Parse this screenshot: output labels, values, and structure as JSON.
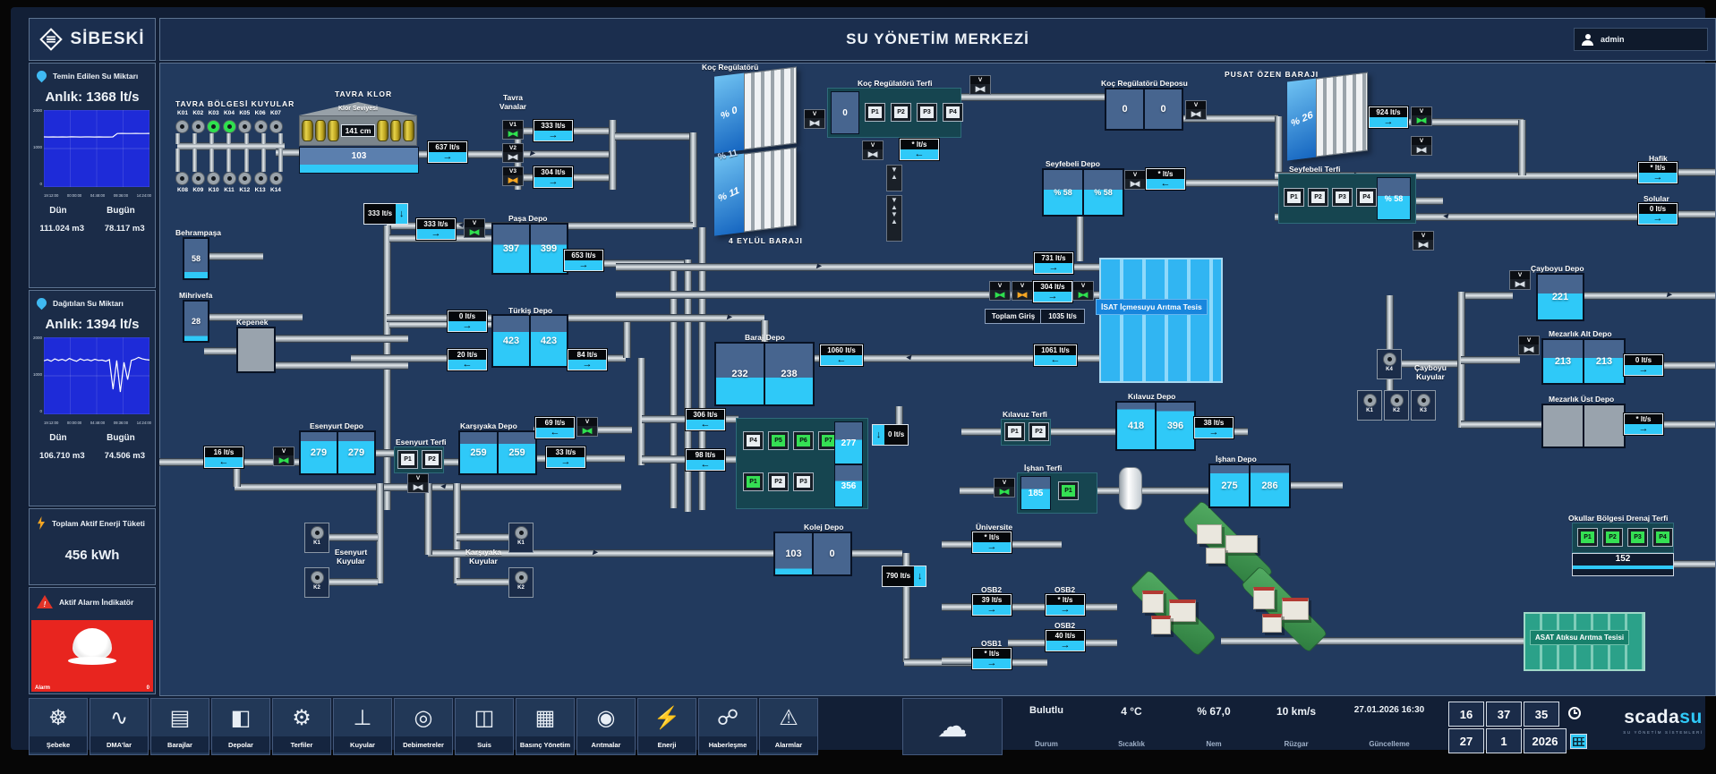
{
  "header": {
    "title": "SU YÖNETİM MERKEZİ",
    "user": "admin"
  },
  "brand": {
    "logo": "SİBESKİ",
    "footer_logo_a": "scada",
    "footer_logo_b": "su",
    "footer_sub": "SU YÖNETİM SİSTEMLERİ"
  },
  "sidebar": {
    "supply": {
      "title": "Temin Edilen Su Miktarı",
      "current": "Anlık: 1368 lt/s",
      "col1": "Dün",
      "col2": "Bugün",
      "val1": "111.024 m3",
      "val2": "78.117 m3"
    },
    "distribution": {
      "title": "Dağıtılan Su Miktarı",
      "current": "Anlık: 1394 lt/s",
      "col1": "Dün",
      "col2": "Bugün",
      "val1": "106.710 m3",
      "val2": "74.506 m3"
    },
    "energy": {
      "title": "Toplam Aktif Enerji Tüketi",
      "value": "456 kWh"
    },
    "alarm": {
      "title": "Aktif Alarm İndikatör",
      "footer_label": "Alarm",
      "count": "0"
    }
  },
  "chart_data": [
    {
      "type": "line",
      "title": "Temin Edilen Su Miktarı (lt/s)",
      "x_labels": [
        "19:12:00",
        "00:00:00",
        "04:48:00",
        "09:36:00",
        "14:24:00"
      ],
      "ylim": [
        0,
        2000
      ],
      "y_ticks": [
        0,
        1000,
        2000
      ],
      "values": [
        1302,
        1300,
        1303,
        1301,
        1302,
        1300,
        1304,
        1302,
        1301,
        1303,
        1302,
        1300,
        1302,
        1301,
        1300,
        1302,
        1390,
        1392,
        1391,
        1390,
        1392,
        1391,
        1390,
        1392
      ],
      "line_color": "#ffffff",
      "bg": "#1e2bd8",
      "grid": true,
      "legend_position": "none"
    },
    {
      "type": "line",
      "title": "Dağıtılan Su Miktarı (lt/s)",
      "x_labels": [
        "19:12:00",
        "00:00:00",
        "04:48:00",
        "09:36:00",
        "14:24:00"
      ],
      "ylim": [
        0,
        2000
      ],
      "y_ticks": [
        0,
        1000,
        2000
      ],
      "values": [
        1390,
        1420,
        1380,
        1440,
        1400,
        1430,
        1390,
        1450,
        1410,
        1380,
        1440,
        1400,
        1420,
        1390,
        1430,
        1400,
        1410,
        1380,
        1420,
        650,
        1400,
        580,
        1350,
        900,
        1400,
        1430,
        1480,
        1440,
        1420,
        1410
      ],
      "line_color": "#ffffff",
      "bg": "#1e2bd8",
      "grid": true,
      "legend_position": "none"
    }
  ],
  "toolbar": {
    "items": [
      {
        "label": "Şebeke",
        "icon": "network-icon",
        "glyph": "☸"
      },
      {
        "label": "DMA'lar",
        "icon": "monitor-wave-icon",
        "glyph": "∿"
      },
      {
        "label": "Barajlar",
        "icon": "dam-icon",
        "glyph": "▤"
      },
      {
        "label": "Depolar",
        "icon": "storage-tank-icon",
        "glyph": "◧"
      },
      {
        "label": "Terfiler",
        "icon": "pump-station-icon",
        "glyph": "⚙"
      },
      {
        "label": "Kuyular",
        "icon": "well-icon",
        "glyph": "⊥"
      },
      {
        "label": "Debimetreler",
        "icon": "flow-meter-icon",
        "glyph": "◎"
      },
      {
        "label": "Suis",
        "icon": "suis-icon",
        "glyph": "◫"
      },
      {
        "label": "Basınç Yönetim",
        "icon": "pressure-icon",
        "glyph": "▦"
      },
      {
        "label": "Arıtmalar",
        "icon": "treatment-icon",
        "glyph": "◉"
      },
      {
        "label": "Enerji",
        "icon": "energy-icon",
        "glyph": "⚡"
      },
      {
        "label": "Haberleşme",
        "icon": "comms-icon",
        "glyph": "☍"
      },
      {
        "label": "Alarmlar",
        "icon": "alarm-icon",
        "glyph": "⚠"
      }
    ]
  },
  "weather": {
    "condition": "Bulutlu",
    "condition_label": "Durum",
    "temperature": "4 °C",
    "temperature_label": "Sıcaklık",
    "humidity": "% 67,0",
    "humidity_label": "Nem",
    "wind": "10 km/s",
    "wind_label": "Rüzgar",
    "updated": "27.01.2026 16:30",
    "updated_label": "Güncelleme",
    "icon": "cloud-icon"
  },
  "clock": {
    "hour": "16",
    "minute": "37",
    "second": "35",
    "day": "27",
    "month": "1",
    "year": "2026"
  },
  "colors": {
    "accent_cyan": "#2fc9f8",
    "active_green": "#2ee04e",
    "warn_orange": "#f5a623",
    "alarm_red": "#e8251f",
    "tank_steel": "#47658f"
  },
  "diagram": {
    "valve_label": "V",
    "tavra_wells": {
      "title": "TAVRA BÖLGESİ KUYULAR",
      "row1": [
        "K01",
        "K02",
        "K03",
        "K04",
        "K05",
        "K06",
        "K07"
      ],
      "row2": [
        "K08",
        "K09",
        "K10",
        "K11",
        "K12",
        "K13",
        "K14"
      ],
      "active": [
        "K03",
        "K04"
      ]
    },
    "klor": {
      "title": "TAVRA KLOR",
      "level_label": "Klor Seviyesi",
      "level": "141 cm",
      "tank": "103"
    },
    "vanalar": {
      "title": "Tavra Vanalar",
      "v1": "V1",
      "v2": "V2",
      "v3": "V3"
    },
    "dams": {
      "koc": {
        "title": "Koç Regülatörü",
        "pct": "% 0"
      },
      "eylul": {
        "title": "4 EYLÜL BARAJI",
        "pct": "% 11"
      },
      "pusat": {
        "title": "PUSAT ÖZEN BARAJI",
        "pct": "% 26"
      }
    },
    "flows": {
      "f637": "637 lt/s",
      "f333a": "333 lt/s",
      "f304a": "304 lt/s",
      "f333d": "333 lt/s",
      "f333b": "333 lt/s",
      "f653": "653 lt/s",
      "f0a": "0 lt/s",
      "f20": "20 lt/s",
      "f84": "84 lt/s",
      "f16": "16 lt/s",
      "f69": "69 lt/s",
      "f33": "33 lt/s",
      "f306": "306 lt/s",
      "f98": "98 lt/s",
      "f0b": "0 lt/s",
      "f790": "790 lt/s",
      "f1060": "1060 lt/s",
      "f1061": "1061 lt/s",
      "f731": "731 lt/s",
      "f304b": "304 lt/s",
      "giris_label": "Toplam Giriş",
      "giris": "1035 lt/s",
      "f924": "924 lt/s",
      "fstar_koc": "* lt/s",
      "fstar_seyf": "* lt/s",
      "f38": "38 lt/s",
      "f0_mez": "0 lt/s",
      "fstar_mez": "* lt/s",
      "fstar_uni": "* lt/s",
      "f39": "39 lt/s",
      "fstar_osb2": "* lt/s",
      "f40": "40 lt/s",
      "fstar_osb1": "* lt/s",
      "fstar_hafik": "* lt/s",
      "f0_sol": "0 lt/s"
    },
    "tanks": {
      "pasa": {
        "title": "Paşa Depo",
        "a": "397",
        "b": "399"
      },
      "turkis": {
        "title": "Türkiş Depo",
        "a": "423",
        "b": "423"
      },
      "baraj": {
        "title": "Baraj Depo",
        "a": "232",
        "b": "238"
      },
      "esenyurt": {
        "title": "Esenyurt Depo",
        "a": "279",
        "b": "279"
      },
      "karsiyaka": {
        "title": "Karşıyaka Depo",
        "a": "259",
        "b": "259"
      },
      "kolej": {
        "title": "Kolej Depo",
        "a": "103",
        "b": "0"
      },
      "koc": {
        "title": "Koç Regülatörü Deposu",
        "a": "0",
        "b": "0"
      },
      "seyfebeli": {
        "title": "Seyfebeli Depo",
        "a": "% 58",
        "b": "% 58"
      },
      "cayboyu": {
        "title": "Çayboyu Depo",
        "a": "221"
      },
      "mezarlik_alt": {
        "title": "Mezarlık Alt Depo",
        "a": "213",
        "b": "213"
      },
      "mezarlik_ust": {
        "title": "Mezarlık Üst Depo"
      },
      "kilavuz": {
        "title": "Kılavuz Depo",
        "a": "418",
        "b": "396"
      },
      "ishan": {
        "title": "İşhan Depo",
        "a": "275",
        "b": "286"
      },
      "behrampasa": {
        "title": "Behrampaşa",
        "a": "58"
      },
      "mihrivefa": {
        "title": "Mihrivefa",
        "a": "28"
      },
      "kepenek": {
        "title": "Kepenek"
      }
    },
    "stations": {
      "koc_terfi": {
        "title": "Koç Regülatörü Terfi",
        "tank": "0",
        "pumps": [
          "P1",
          "P2",
          "P3",
          "P4"
        ]
      },
      "seyfebeli_terfi": {
        "title": "Seyfebeli Terfi",
        "pumps": [
          "P1",
          "P2",
          "P3",
          "P4"
        ],
        "tank": "% 58"
      },
      "baraj_terfi": {
        "pumps_top": [
          "P4",
          "P5",
          "P6",
          "P7"
        ],
        "tank_top": "277",
        "pumps_bottom": [
          "P1",
          "P2",
          "P3"
        ],
        "tank_bottom": "356"
      },
      "esenyurt_terfi": {
        "title": "Esenyurt Terfi",
        "pumps": [
          "P1",
          "P2"
        ]
      },
      "kilavuz_terfi": {
        "title": "Kılavuz Terfi",
        "pumps": [
          "P1",
          "P2"
        ]
      },
      "ishan_terfi": {
        "title": "İşhan Terfi",
        "tank": "185",
        "pumps": [
          "P1"
        ]
      },
      "okullar_terfi": {
        "title": "Okullar Bölgesi Drenaj Terfi",
        "pumps": [
          "P1",
          "P2",
          "P3",
          "P4"
        ],
        "value": "152"
      }
    },
    "plants": {
      "isat": "İSAT İçmesuyu Arıtma Tesis",
      "asat": "ASAT Atıksu Arıtma Tesisi"
    },
    "kuyular": {
      "esenyurt": {
        "title": "Esenyurt Kuyular",
        "items": [
          "K1",
          "K2"
        ]
      },
      "karsiyaka": {
        "title": "Karşıyaka Kuyular",
        "items": [
          "K1",
          "K2"
        ]
      },
      "cayboyu": {
        "title": "Çayboyu Kuyular",
        "items": [
          "K1",
          "K2",
          "K3"
        ],
        "extra": "K4"
      }
    },
    "sites": {
      "hafik": "Hafik",
      "solular": "Solular",
      "universite": "Üniversite",
      "osb2": "OSB2",
      "osb1": "OSB1"
    }
  }
}
